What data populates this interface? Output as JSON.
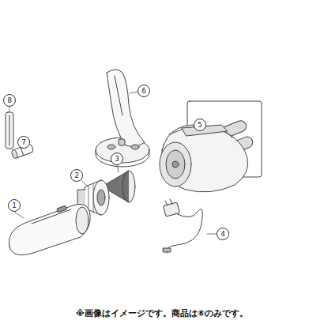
{
  "diagram": {
    "nodes": [
      {
        "text": [
          "6"
        ]
      },
      {
        "text": [
          "8"
        ]
      },
      {
        "text": [
          "5"
        ]
      },
      {
        "text": [
          "7"
        ]
      },
      {
        "text": [
          "3"
        ]
      },
      {
        "text": [
          "2"
        ]
      },
      {
        "text": [
          "1"
        ]
      },
      {
        "text": [
          "4"
        ]
      }
    ],
    "edges": [],
    "labels": [
      "※画像はイメージです。商品は⑧のみです。"
    ]
  }
}
